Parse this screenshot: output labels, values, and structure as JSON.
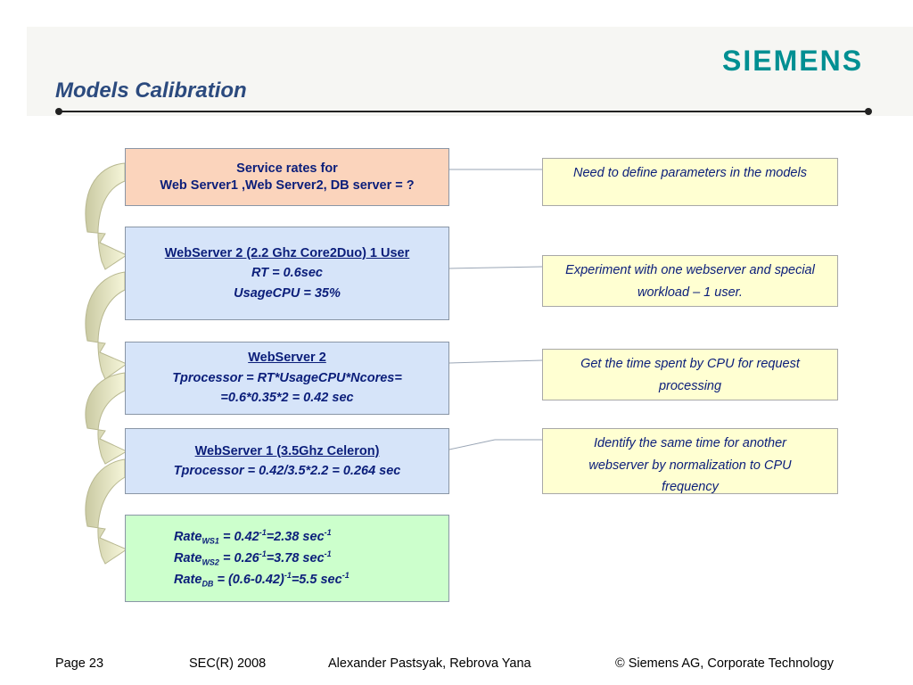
{
  "slide": {
    "title": "Models Calibration",
    "logo": "SIEMENS"
  },
  "boxes": {
    "service_rates": {
      "line1": "Service rates for",
      "line2": "Web Server1 ,Web Server2, DB server = ?"
    },
    "ws2_user": {
      "heading": "WebServer 2 (2.2 Ghz Core2Duo) 1 User",
      "line1": "RT = 0.6sec",
      "line2": "UsageCPU = 35%"
    },
    "ws2_tproc": {
      "heading": "WebServer 2",
      "line1": "Tprocessor = RT*UsageCPU*Ncores=",
      "line2": "=0.6*0.35*2 = 0.42 sec"
    },
    "ws1_tproc": {
      "heading": "WebServer 1 (3.5Ghz Celeron)",
      "line1": "Tprocessor = 0.42/3.5*2.2 = 0.264 sec"
    },
    "rates": {
      "r1_label": "Rate",
      "r1_sub": "WS1",
      "r1_a": " = 0.42",
      "r1_sup1": "-1",
      "r1_b": "=2.38 sec",
      "r1_sup2": "-1",
      "r2_label": "Rate",
      "r2_sub": "WS2",
      "r2_a": " = 0.26",
      "r2_sup1": "-1",
      "r2_b": "=3.78 sec",
      "r2_sup2": "-1",
      "r3_label": "Rate",
      "r3_sub": "DB",
      "r3_a": " = (0.6-0.42)",
      "r3_sup1": "-1",
      "r3_b": "=5.5 sec",
      "r3_sup2": "-1"
    }
  },
  "notes": {
    "n1": "Need to define parameters in the models",
    "n2a": "Experiment with one webserver and special",
    "n2b": "workload – 1 user.",
    "n3a": "Get the time spent by CPU for request",
    "n3b": "processing",
    "n4a": "Identify the same time for another",
    "n4b": "webserver by normalization to CPU",
    "n4c": "frequency"
  },
  "footer": {
    "page": "Page 23",
    "event": "SEC(R) 2008",
    "authors": "Alexander Pastsyak, Rebrova Yana",
    "copyright": "© Siemens AG, Corporate Technology"
  },
  "colors": {
    "title": "#2b4a7e",
    "logo": "#008f92",
    "box_text": "#0b1e7a",
    "box_peach": "#fbd4bc",
    "box_blue": "#d6e4f9",
    "box_green": "#ccffcc",
    "note_bg": "#ffffd2",
    "arrow_fill": "#f4f4d6",
    "arrow_shade": "#c9c9a2"
  }
}
